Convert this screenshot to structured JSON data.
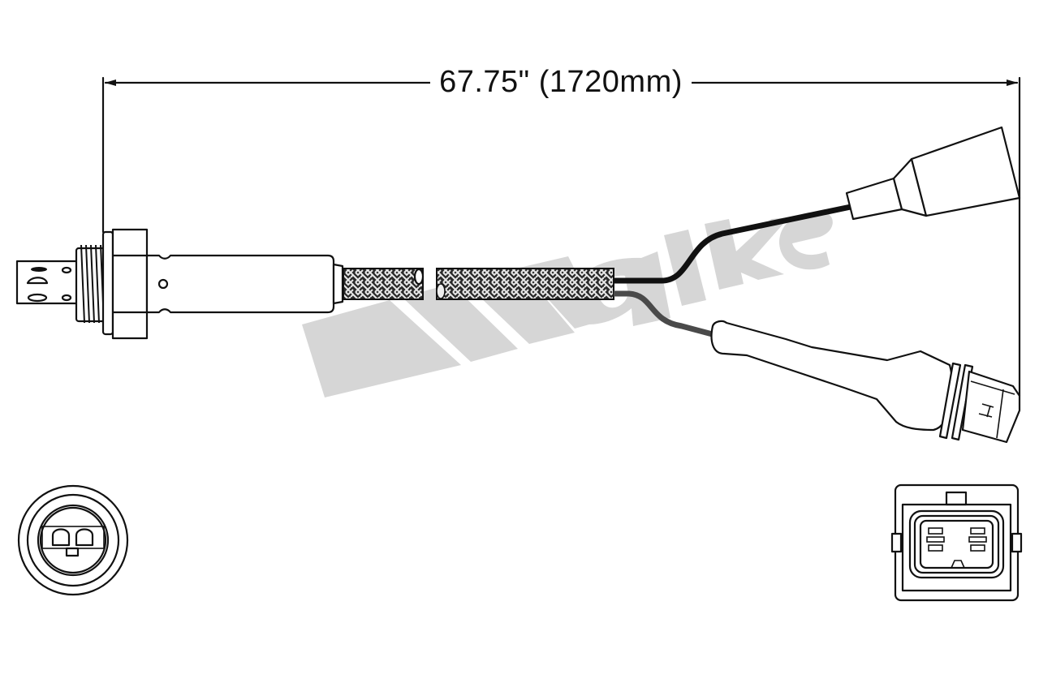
{
  "diagram": {
    "subject": "Oxygen sensor with braided-sleeve lead and electrical connector",
    "brand_watermark": "Walker",
    "colors": {
      "line": "#111111",
      "background": "#ffffff",
      "watermark": "#d4d4d4",
      "wire_black": "#111111",
      "wire_gray": "#4a4a4a"
    },
    "dimension": {
      "label": "67.75\" (1720mm)",
      "inches": 67.75,
      "millimeters": 1720
    },
    "components": [
      {
        "name": "sensor-probe-tip"
      },
      {
        "name": "threaded-body"
      },
      {
        "name": "hex-nut"
      },
      {
        "name": "sensor-shell"
      },
      {
        "name": "braided-sleeve-lead"
      },
      {
        "name": "black-wire"
      },
      {
        "name": "gray-wire"
      },
      {
        "name": "upper-boot-connector"
      },
      {
        "name": "lower-plug-connector"
      },
      {
        "name": "sensor-end-view"
      },
      {
        "name": "connector-face-view"
      }
    ]
  }
}
